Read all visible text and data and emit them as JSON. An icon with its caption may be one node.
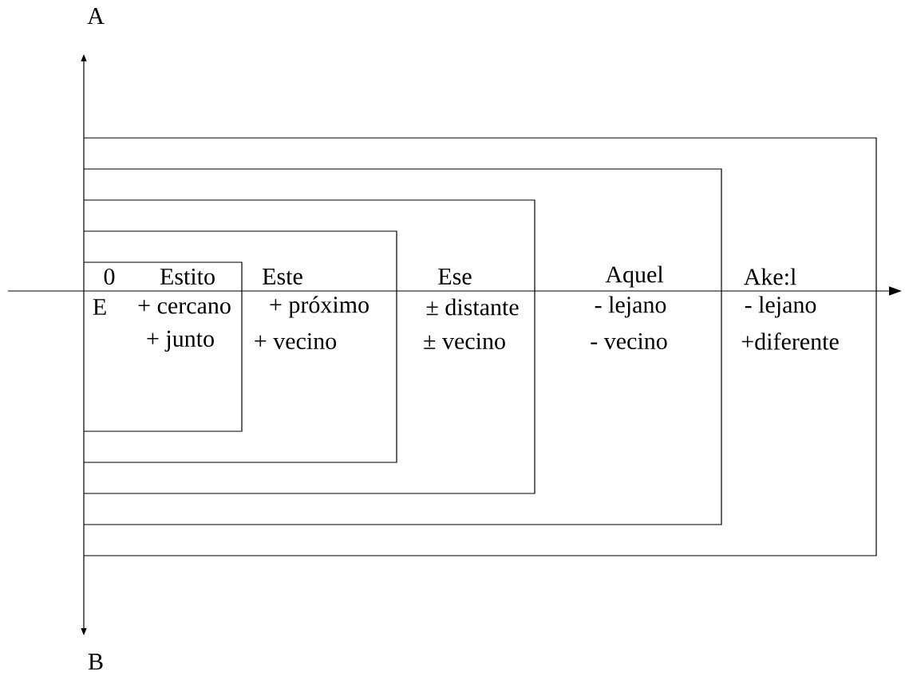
{
  "diagram": {
    "nodes": [
      {
        "text": [
          "Ake:l",
          "- lejano",
          "+diferente"
        ]
      },
      {
        "text": [
          "Aquel",
          "- lejano",
          "- vecino"
        ],
        "in": 0
      },
      {
        "text": [
          "Ese",
          "± distante",
          "± vecino"
        ],
        "in": 1
      },
      {
        "text": [
          "Este",
          "+ próximo",
          "+ vecino"
        ],
        "in": 2
      },
      {
        "text": [
          "0",
          "Estito",
          "E",
          "+ cercano",
          "+ junto"
        ],
        "in": 3
      }
    ],
    "labels": [
      "A",
      "B"
    ]
  }
}
